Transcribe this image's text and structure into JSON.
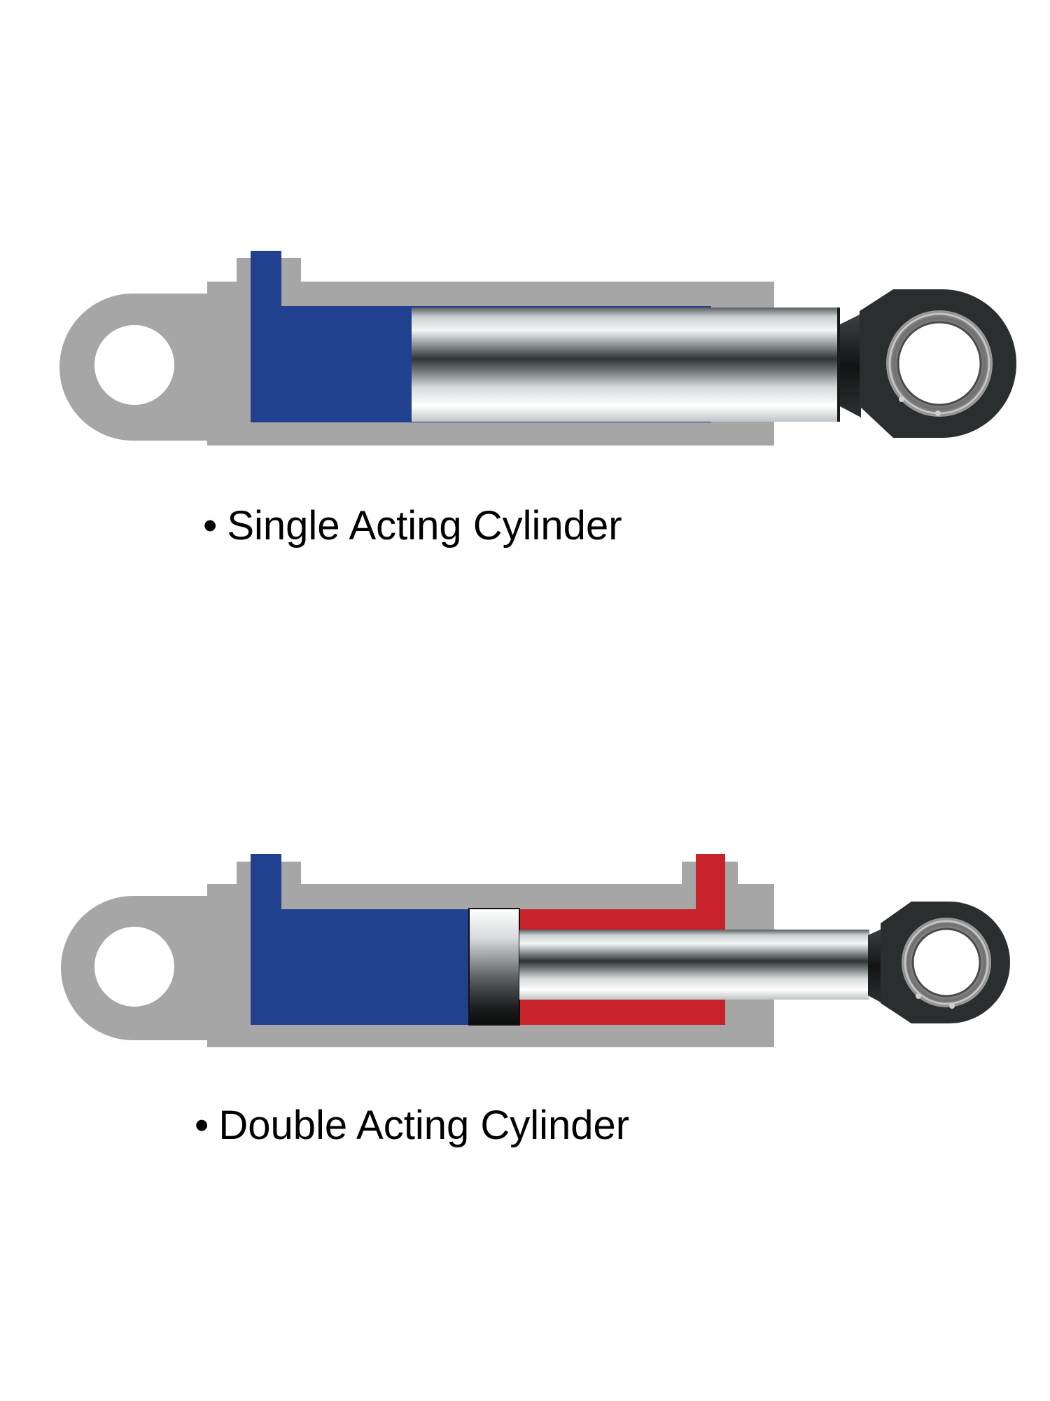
{
  "figure": {
    "colors": {
      "background": "#ffffff",
      "housing": "#a6a6a6",
      "fluid_pressure": "#21418f",
      "fluid_return": "#c8222b",
      "rod_eye": "#2b2e2e",
      "bearing": "#7d7d7d"
    },
    "diagrams": [
      {
        "id": "single",
        "caption": {
          "bullet": "•",
          "text": "Single Acting Cylinder"
        }
      },
      {
        "id": "double",
        "caption": {
          "bullet": "•",
          "text": "Double Acting Cylinder"
        }
      }
    ]
  }
}
